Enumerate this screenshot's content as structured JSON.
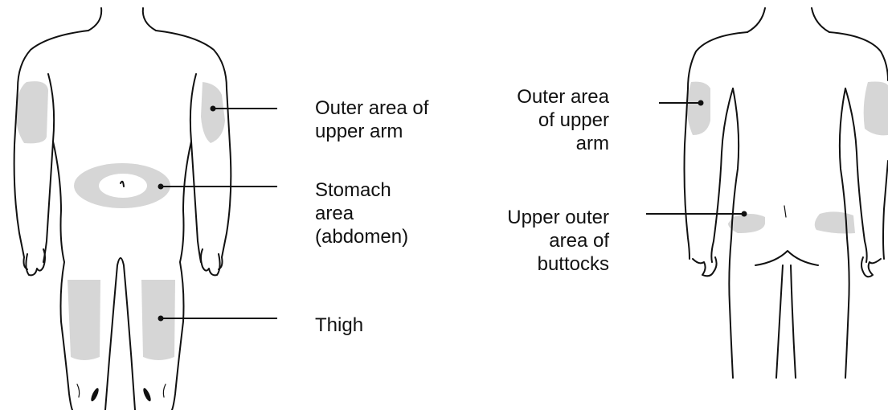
{
  "colors": {
    "site_fill": "#d6d6d6",
    "outline": "#111111",
    "leader_line": "#111111",
    "background": "#ffffff"
  },
  "front_view": {
    "labels": {
      "upper_arm": "Outer area of\nupper arm",
      "stomach": "Stomach\narea\n(abdomen)",
      "thigh": "Thigh"
    }
  },
  "back_view": {
    "labels": {
      "upper_arm": "Outer area\nof upper\narm",
      "buttocks": "Upper outer\narea of\nbuttocks"
    }
  }
}
